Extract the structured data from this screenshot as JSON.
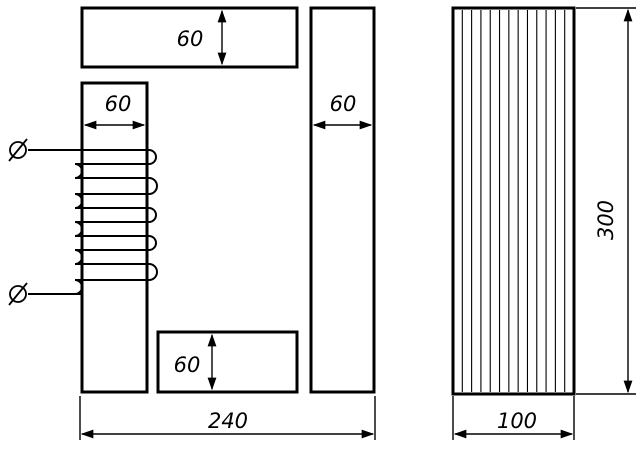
{
  "dimensions": {
    "top_yoke_height": "60",
    "left_leg_width": "60",
    "right_leg_width": "60",
    "bottom_yoke_height": "60",
    "overall_width": "240",
    "stack_thickness": "100",
    "core_height": "300"
  },
  "terminal_symbol": "∅",
  "coil_turns": 5,
  "lamination_count": 13
}
